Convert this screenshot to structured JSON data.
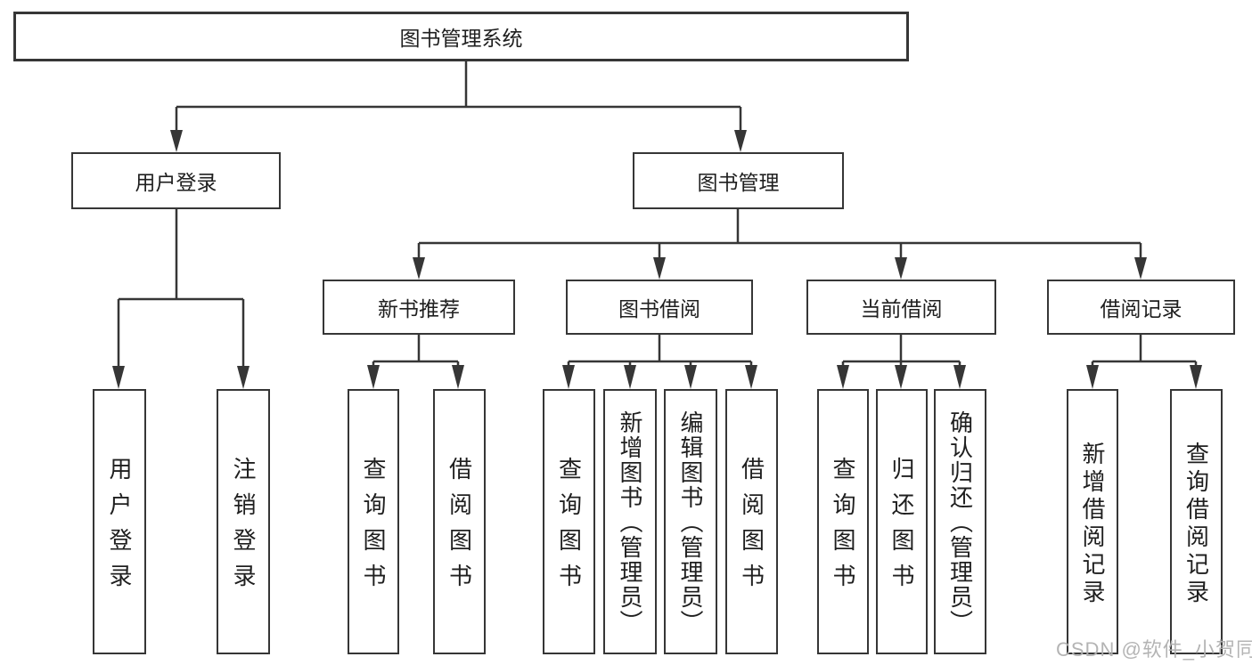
{
  "tree": {
    "label": "图书管理系统",
    "children": [
      {
        "label": "用户登录",
        "children": [
          {
            "label": "用户登录"
          },
          {
            "label": "注销登录"
          }
        ]
      },
      {
        "label": "图书管理",
        "children": [
          {
            "label": "新书推荐",
            "children": [
              {
                "label": "查询图书"
              },
              {
                "label": "借阅图书"
              }
            ]
          },
          {
            "label": "图书借阅",
            "children": [
              {
                "label": "查询图书"
              },
              {
                "label": "新增图书（管理员）"
              },
              {
                "label": "编辑图书（管理员）"
              },
              {
                "label": "借阅图书"
              }
            ]
          },
          {
            "label": "当前借阅",
            "children": [
              {
                "label": "查询图书"
              },
              {
                "label": "归还图书"
              },
              {
                "label": "确认归还（管理员）"
              }
            ]
          },
          {
            "label": "借阅记录",
            "children": [
              {
                "label": "新增借阅记录"
              },
              {
                "label": "查询借阅记录"
              }
            ]
          }
        ]
      }
    ]
  },
  "watermark": "CSDN @软件_小贺同学",
  "colors": {
    "line": "#363636",
    "box_border": "#363636",
    "text": "#1f1f1f",
    "background": "#ffffff",
    "watermark": "#b0b0b0"
  }
}
